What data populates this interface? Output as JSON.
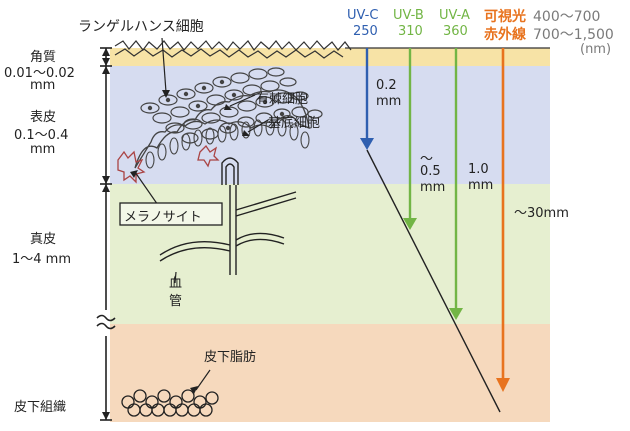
{
  "layers": {
    "stratum_corneum": {
      "name": "角質",
      "thickness_1": "0.01〜0.02",
      "thickness_2": "mm"
    },
    "epidermis": {
      "name": "表皮",
      "thickness_1": "0.1〜0.4",
      "thickness_2": "mm"
    },
    "dermis": {
      "name": "真皮",
      "thickness": "1〜4 mm"
    },
    "subcutis": {
      "name": "皮下組織"
    }
  },
  "cells": {
    "langerhans": "ランゲルハンス細胞",
    "spinous": "有棘細胞",
    "basal": "基底細胞",
    "melanocyte": "メラノサイト",
    "blood_vessel_1": "血",
    "blood_vessel_2": "管",
    "fat": "皮下脂肪"
  },
  "rays": {
    "uvc": {
      "name": "UV-C",
      "wavelength": "250",
      "depth_1": "0.2",
      "depth_2": "mm",
      "color": "#2f5fb0"
    },
    "uvb": {
      "name": "UV-B",
      "wavelength": "310",
      "depth_1": "〜",
      "depth_2": "0.5",
      "depth_3": "mm",
      "color": "#72b545"
    },
    "uva": {
      "name": "UV-A",
      "wavelength": "360",
      "depth_1": "1.0",
      "depth_2": "mm",
      "color": "#72b545"
    },
    "visible": {
      "name": "可視光",
      "wavelength": "400〜700",
      "color": "#e8731e"
    },
    "infrared": {
      "name": "赤外線",
      "wavelength": "700〜1,500",
      "depth": "〜30mm",
      "color": "#e8731e"
    },
    "unit": "(nm)"
  },
  "colors": {
    "corneum_band": "#f7e3a6",
    "epidermis_band": "#d6dcf0",
    "dermis_band": "#e6efd0",
    "subcutis_band": "#f6d9bd",
    "gray_text": "#7a7a7a"
  }
}
